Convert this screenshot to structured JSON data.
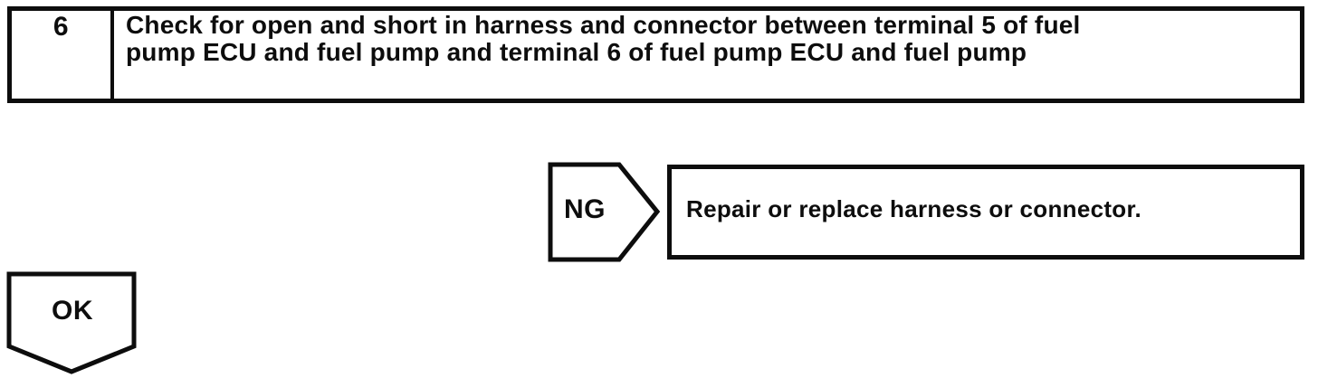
{
  "page": {
    "background": "#ffffff",
    "ink_color": "#0d0d0d"
  },
  "flowchart": {
    "step": {
      "number": "6",
      "instruction_lines": [
        "Check for open and short in harness and connector between terminal 5 of fuel",
        "pump ECU and fuel pump and terminal 6 of fuel pump ECU and fuel pump"
      ]
    },
    "ng_branch": {
      "connector_label": "NG",
      "result_text": "Repair or replace harness or connector."
    },
    "ok_branch": {
      "connector_label": "OK"
    }
  }
}
